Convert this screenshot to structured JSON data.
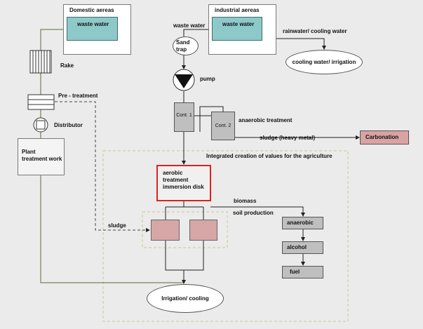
{
  "labels": {
    "domestic": "Domestic aereas",
    "industrial": "industrial aereas",
    "waste_water_domestic": "waste water",
    "waste_water_industrial": "waste water",
    "waste_water_in": "waste water",
    "rainwater": "rainwater/ cooling water",
    "cooling_irrigation": "cooling water/ irrigation",
    "sand_trap": "Sand trap",
    "rake": "Rake",
    "pump": "pump",
    "pretreatment": "Pre - treatment",
    "distributor": "Distributor",
    "plant_treatment": "Plant treatment work",
    "cont1": "Cont. 1",
    "cont2": "Cont. 2",
    "anaerobic_treatment": "anaerobic treatment",
    "sludge_heavy": "sludge (heavy metal)",
    "carbonation": "Carbonation",
    "integrated": "Integrated creation of values for the agriculture",
    "aerobic": "aerobic treatment immersion disk",
    "biomass": "biomass",
    "soil_production": "soil production",
    "sludge": "sludge",
    "anaerobic": "anaerobic",
    "alcohol": "alcohol",
    "fuel": "fuel",
    "irrigation_cooling": "Irrigation/ cooling"
  },
  "colors": {
    "teal": "#8ec9c9",
    "carbonation": "#d9a3a3",
    "soil_box": "#d7a6a6",
    "aerobic_border": "#e02020",
    "dashed_border": "#c8c890",
    "line_green": "#5a6b3a"
  }
}
